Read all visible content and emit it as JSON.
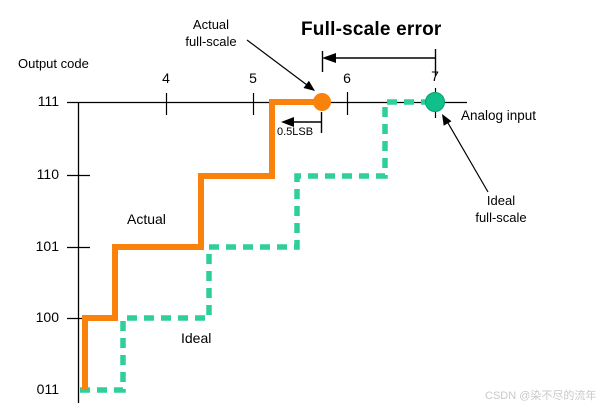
{
  "figure": {
    "title": "Full-scale error",
    "y_axis_label": "Output code",
    "x_axis_label": "Analog input",
    "y_tick_labels": [
      "111",
      "110",
      "101",
      "100",
      "011"
    ],
    "x_tick_labels": [
      "4",
      "5",
      "6",
      "7"
    ],
    "series_labels": {
      "actual": "Actual",
      "ideal": "Ideal"
    },
    "annotations": {
      "actual_full_scale_line1": "Actual",
      "actual_full_scale_line2": "full-scale",
      "ideal_full_scale_line1": "Ideal",
      "ideal_full_scale_line2": "full-scale",
      "half_lsb": "0.5LSB"
    },
    "colors": {
      "actual_orange": "#F8820B",
      "ideal_dash_green": "#2FCF9A",
      "ideal_dot_green": "#10C08A",
      "axis_black": "#000000"
    }
  },
  "watermark": "CSDN @染不尽的流年",
  "chart_data": {
    "type": "line",
    "subtype": "step-staircase (ADC transfer function)",
    "title": "Full-scale error",
    "xlabel": "Analog input",
    "ylabel": "Output code",
    "x_ticks": [
      4,
      5,
      6,
      7
    ],
    "y_ticks": [
      "011",
      "100",
      "101",
      "110",
      "111"
    ],
    "xlim": [
      2.9,
      7.4
    ],
    "grid": false,
    "series": [
      {
        "name": "Actual",
        "style": "solid",
        "color": "#F8820B",
        "codes_bottom_to_top": [
          "011",
          "100",
          "101",
          "110",
          "111"
        ],
        "transition_x_values": [
          3.07,
          3.41,
          4.4,
          5.22
        ],
        "full_scale_point": {
          "x": 5.8,
          "code": "111",
          "marker": "filled-circle"
        }
      },
      {
        "name": "Ideal",
        "style": "dashed",
        "color": "#2FCF9A",
        "codes_bottom_to_top": [
          "011",
          "100",
          "101",
          "110",
          "111"
        ],
        "transition_x_values": [
          3.5,
          4.5,
          5.5,
          6.5
        ],
        "full_scale_point": {
          "x": 7,
          "code": "111",
          "marker": "filled-circle"
        }
      }
    ],
    "annotations": [
      {
        "text": "Full-scale error",
        "type": "measurement",
        "from_x": 5.8,
        "to_x": 7,
        "at_code": "above 111"
      },
      {
        "text": "0.5LSB",
        "type": "measurement",
        "from_x": 5.8,
        "to_x": 5.3,
        "at_code": "below 111"
      },
      {
        "text": "Actual full-scale",
        "type": "pointer",
        "points_to": "actual full-scale dot at x=5.8"
      },
      {
        "text": "Ideal full-scale",
        "type": "pointer",
        "points_to": "ideal full-scale dot at x=7"
      }
    ]
  }
}
